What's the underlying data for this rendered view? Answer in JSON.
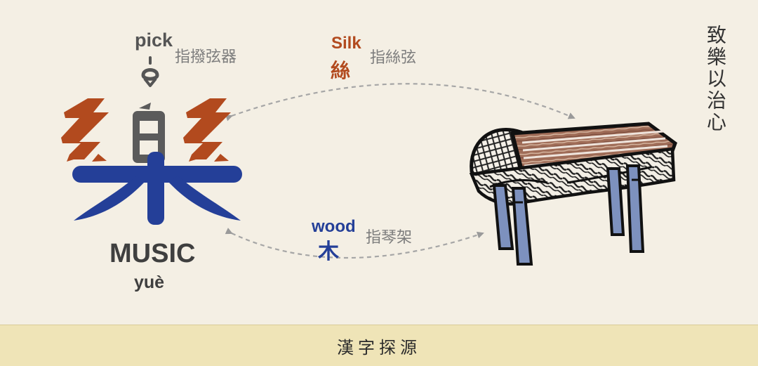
{
  "character": {
    "name": "樂",
    "english": "MUSIC",
    "pinyin": "yuè"
  },
  "components": {
    "pick": {
      "english": "pick",
      "chinese": "指撥弦器"
    },
    "silk": {
      "english": "Silk",
      "char": "絲",
      "chinese": "指絲弦"
    },
    "wood": {
      "english": "wood",
      "char": "木",
      "chinese": "指琴架"
    }
  },
  "motto": "致樂以治心",
  "footer": {
    "title": "漢字探源"
  },
  "colors": {
    "silk": "#b24a1e",
    "wood": "#243f98",
    "pick": "#555555",
    "background": "#f4efe4",
    "footer_background": "#efe4b7"
  },
  "icons": {
    "pick": "pick-icon",
    "instrument": "qin-icon"
  }
}
